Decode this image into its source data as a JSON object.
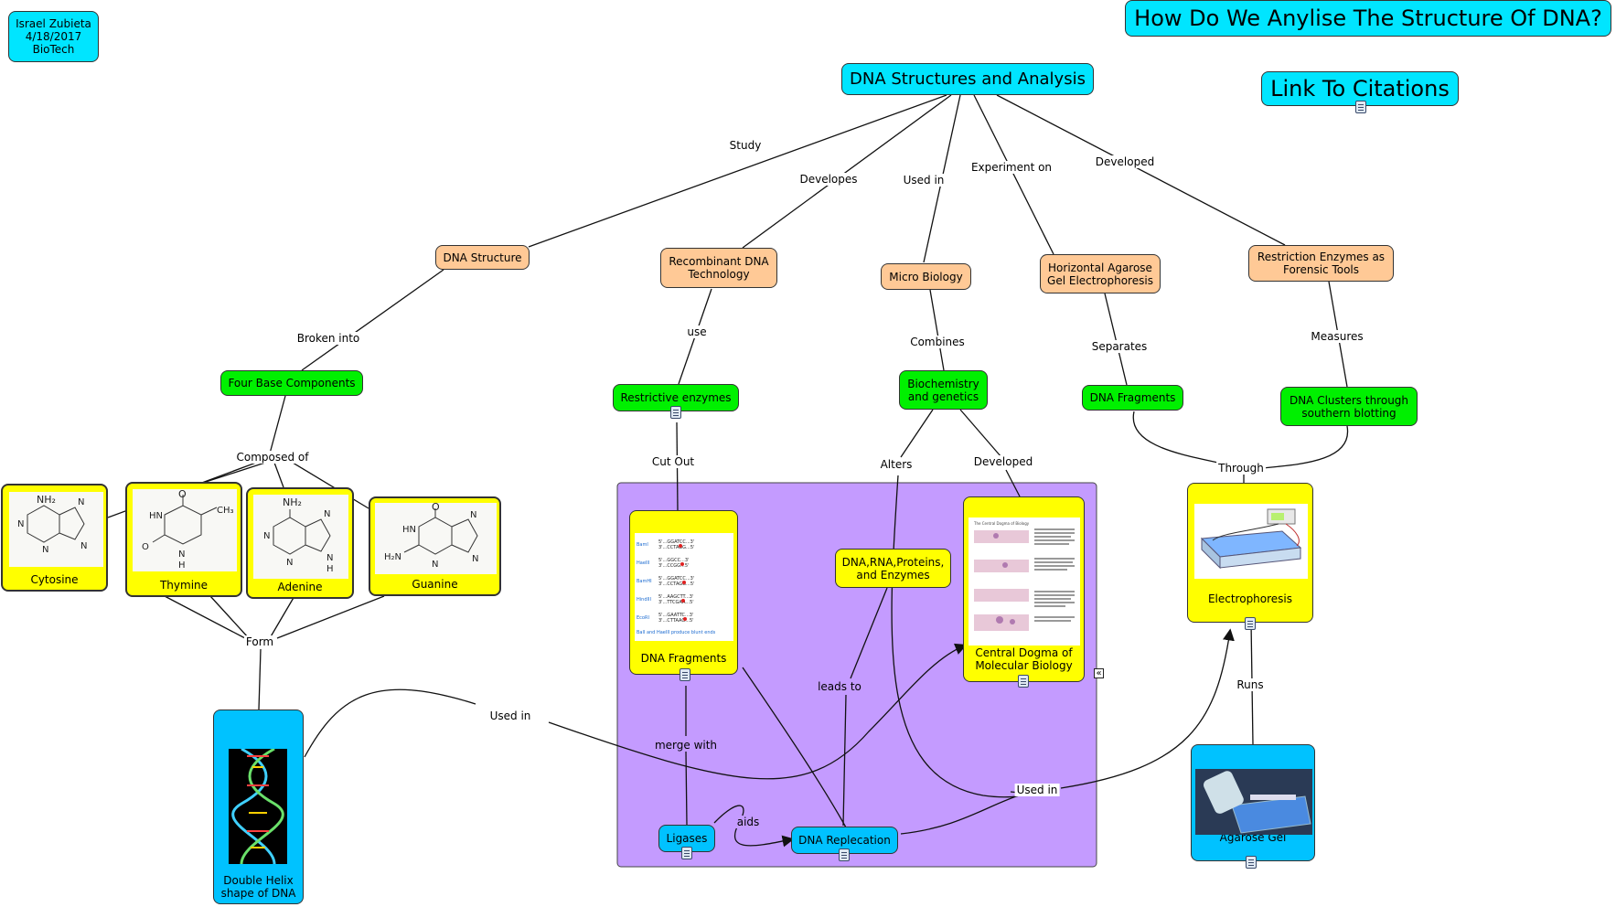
{
  "colors": {
    "cyan": "#00e5ff",
    "peach": "#ffc996",
    "green": "#00f000",
    "yellow": "#ffff00",
    "blue": "#00c2ff",
    "purple": "#c49bff"
  },
  "author": {
    "line1": "Israel Zubieta",
    "line2": "4/18/2017",
    "line3": "BioTech"
  },
  "title": "How Do We Anylise The Structure Of DNA?",
  "root": "DNA Structures and Analysis",
  "citations": "Link To Citations",
  "nodes": {
    "dna_structure": "DNA Structure",
    "recombinant": "Recombinant DNA Technology",
    "micro_biology": "Micro Biology",
    "agarose_electro": "Horizontal Agarose Gel Electrophoresis",
    "restriction_forensic": "Restriction Enzymes as Forensic Tools",
    "four_base": "Four Base Components",
    "restrictive_enzymes": "Restrictive enzymes",
    "biochem": "Biochemistry and genetics",
    "dna_fragments_green": "DNA Fragments",
    "dna_clusters": "DNA Clusters through southern blotting",
    "cytosine": "Cytosine",
    "thymine": "Thymine",
    "adenine": "Adenine",
    "guanine": "Guanine",
    "double_helix": "Double Helix shape of DNA",
    "dna_fragments_yellow": "DNA Fragments",
    "dna_rna": "DNA,RNA,Proteins, and Enzymes",
    "central_dogma": "Central Dogma of Molecular Biology",
    "electrophoresis": "Electrophoresis",
    "agarose_gel": "Agarose Gel",
    "ligases": "Ligases",
    "dna_replication": "DNA Replecation"
  },
  "edge_labels": {
    "study": "Study",
    "developes": "Developes",
    "used_in_1": "Used in",
    "experiment_on": "Experiment on",
    "developed_1": "Developed",
    "broken_into": "Broken into",
    "use": "use",
    "combines": "Combines",
    "separates": "Separates",
    "measures": "Measures",
    "composed_of": "Composed of",
    "cut_out": "Cut Out",
    "alters": "Alters",
    "developed_2": "Developed",
    "through": "Through",
    "form": "Form",
    "used_in_2": "Used in",
    "merge_with": "merge with",
    "leads_to": "leads to",
    "aids": "aids",
    "used_in_3": "Used in",
    "runs": "Runs"
  },
  "icons": [
    "document-icon",
    "collapse-icon"
  ]
}
